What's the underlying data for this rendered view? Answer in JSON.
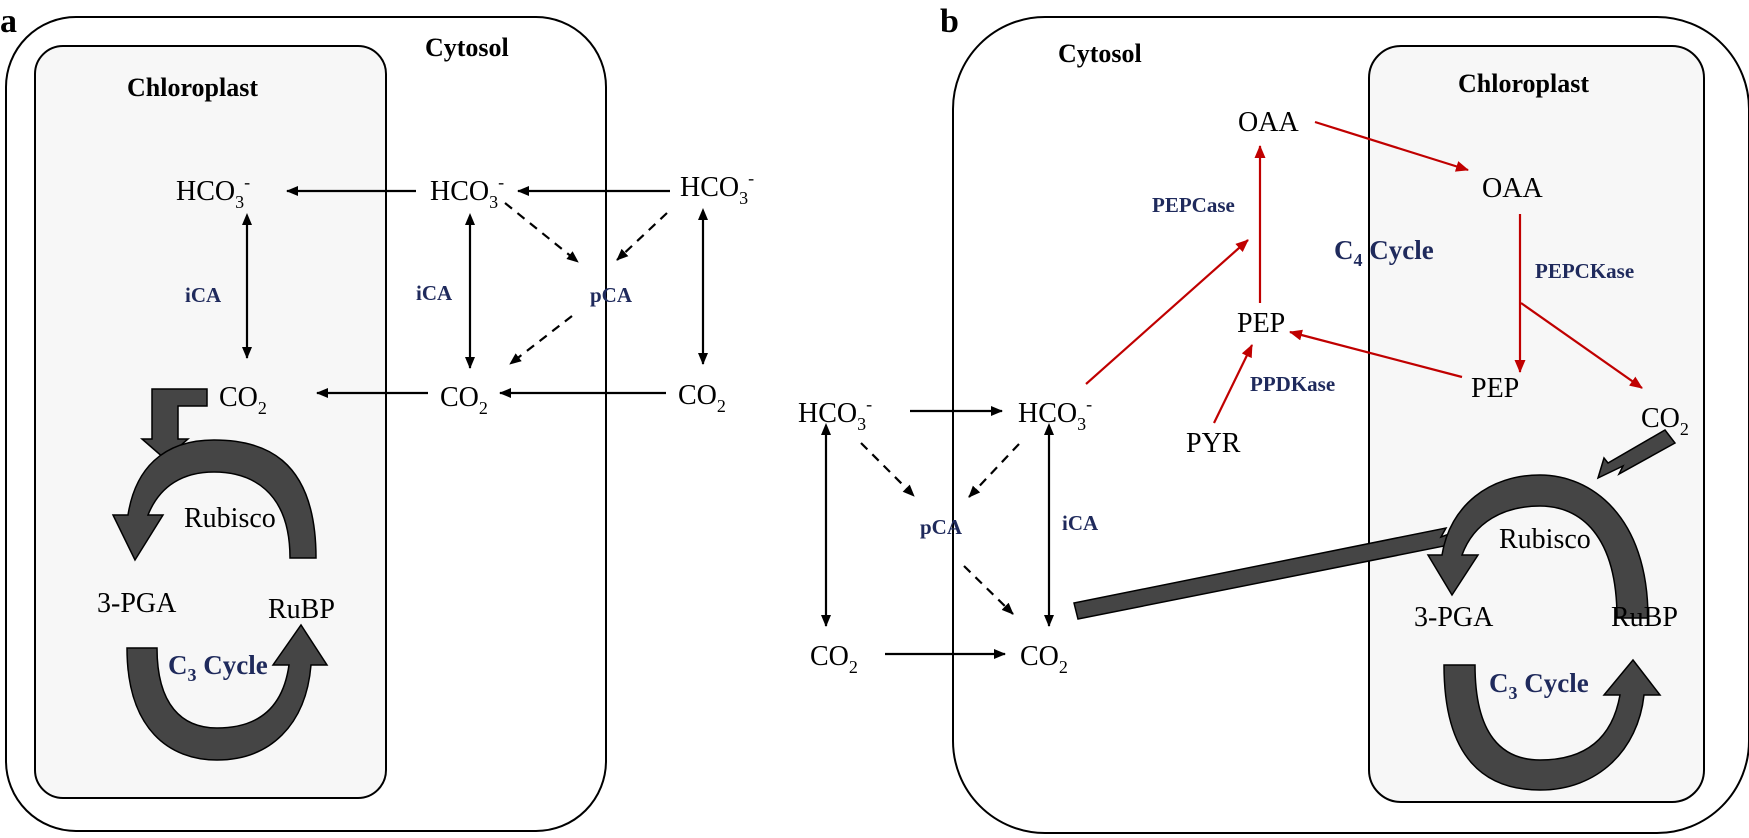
{
  "panel_a": {
    "label": "a",
    "cytosol": "Cytosol",
    "chloroplast": "Chloroplast",
    "hco3_chl": "HCO",
    "hco3_cyt": "HCO",
    "hco3_out": "HCO",
    "co2_chl": "CO",
    "co2_cyt": "CO",
    "co2_out": "CO",
    "ica_chl": "iCA",
    "ica_cyt": "iCA",
    "pca": "pCA",
    "rubisco": "Rubisco",
    "pga": "3-PGA",
    "rubp": "RuBP",
    "c3_cycle_c": "C",
    "c3_cycle_sub": "3",
    "c3_cycle_rest": " Cycle"
  },
  "panel_b": {
    "label": "b",
    "cytosol": "Cytosol",
    "chloroplast": "Chloroplast",
    "hco3_out": "HCO",
    "hco3_cyt": "HCO",
    "co2_out": "CO",
    "co2_cyt": "CO",
    "co2_chl": "CO",
    "pca": "pCA",
    "ica": "iCA",
    "oaa_cyt": "OAA",
    "oaa_chl": "OAA",
    "pep_cyt": "PEP",
    "pep_chl": "PEP",
    "pyr": "PYR",
    "pepcase": "PEPCase",
    "pepckase": "PEPCKase",
    "ppdkase": "PPDKase",
    "c4_cycle_c": "C",
    "c4_cycle_sub": "4",
    "c4_cycle_rest": " Cycle",
    "rubisco": "Rubisco",
    "pga": "3-PGA",
    "rubp": "RuBP",
    "c3_cycle_c": "C",
    "c3_cycle_sub": "3",
    "c3_cycle_rest": " Cycle"
  },
  "chem": {
    "sub3": "3",
    "sub2": "2",
    "sup_minus": "-"
  },
  "colors": {
    "enzyme_label": "#1f2a5c",
    "c4_arrows": "#c00000",
    "chloroplast_fill": "#f7f7f7",
    "thick_arrow": "#454545"
  }
}
